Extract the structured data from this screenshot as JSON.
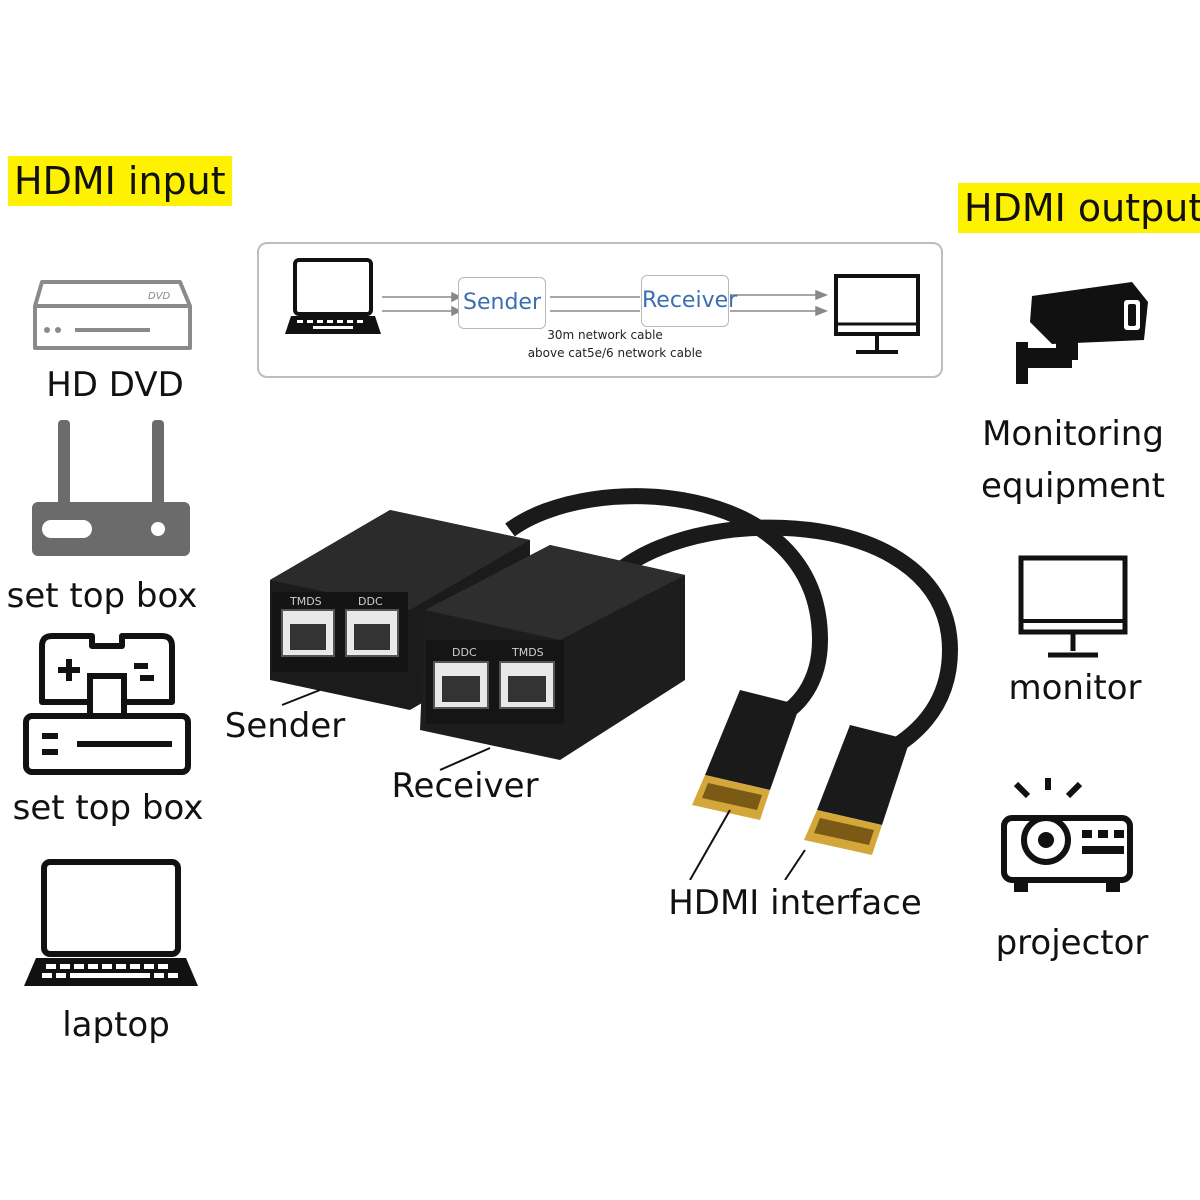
{
  "header": {
    "input_title": "HDMI input",
    "output_title": "HDMI output"
  },
  "inputs": [
    {
      "label": "HD DVD",
      "icon": "dvd-player-icon"
    },
    {
      "label": "set top box",
      "icon": "router-icon"
    },
    {
      "label": "set top box",
      "icon": "game-console-icon"
    },
    {
      "label": "laptop",
      "icon": "laptop-icon"
    }
  ],
  "outputs": [
    {
      "label": "Monitoring\nequipment",
      "icon": "security-camera-icon"
    },
    {
      "label": "monitor",
      "icon": "monitor-icon"
    },
    {
      "label": "projector",
      "icon": "projector-icon"
    }
  ],
  "flow": {
    "sender": "Sender",
    "receiver": "Receiver",
    "cable_line1": "30m network cable",
    "cable_line2": "above cat5e/6 network cable"
  },
  "product": {
    "sender_label": "Sender",
    "receiver_label": "Receiver",
    "hdmi_label": "HDMI interface",
    "sender_port_labels": [
      "TMDS",
      "DDC"
    ],
    "receiver_port_labels": [
      "DDC",
      "TMDS"
    ]
  },
  "colors": {
    "highlight": "#fff200",
    "node_text": "#3b6fb0",
    "device_body": "#1a1a1a",
    "hdmi_gold": "#d4a73a"
  }
}
